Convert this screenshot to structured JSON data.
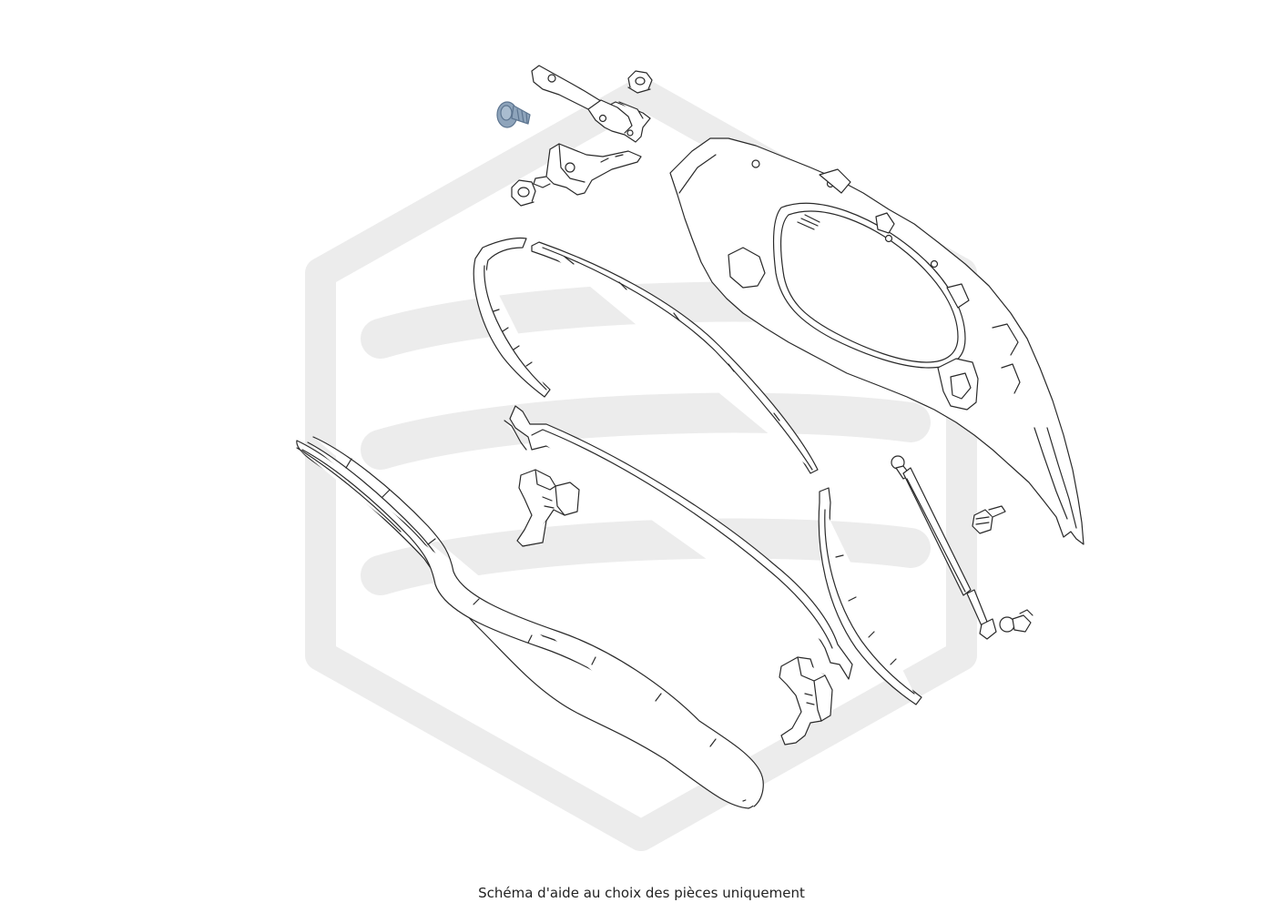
{
  "caption": "Schéma d'aide au choix des pièces uniquement",
  "colors": {
    "watermark": "#ececec",
    "line": "#2a2a2a",
    "fill": "#ffffff",
    "highlight": "#8ea4bb",
    "highlight_dark": "#5d7590"
  },
  "parts": [
    {
      "name": "upper-bracket",
      "selected": false
    },
    {
      "name": "flange-nut-top",
      "selected": false
    },
    {
      "name": "screw-bolt",
      "selected": true
    },
    {
      "name": "hinge-bracket",
      "selected": false
    },
    {
      "name": "flange-nut",
      "selected": false
    },
    {
      "name": "side-seal-left",
      "selected": false
    },
    {
      "name": "upper-seal-strip",
      "selected": false
    },
    {
      "name": "lower-seal-strip",
      "selected": false
    },
    {
      "name": "latch-clip-left",
      "selected": false
    },
    {
      "name": "large-door-seal",
      "selected": false
    },
    {
      "name": "side-seal-right",
      "selected": false
    },
    {
      "name": "latch-clip-right",
      "selected": false
    },
    {
      "name": "gas-strut",
      "selected": false
    },
    {
      "name": "bump-stop",
      "selected": false
    },
    {
      "name": "ball-stud",
      "selected": false
    },
    {
      "name": "tailgate-panel",
      "selected": false
    }
  ]
}
